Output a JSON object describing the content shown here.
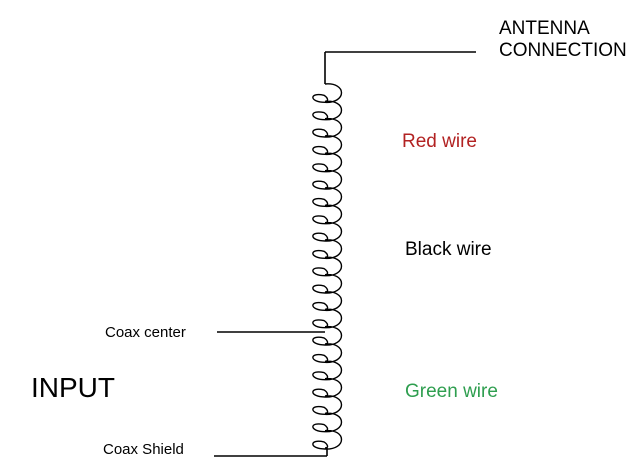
{
  "labels": {
    "antenna_line1": "ANTENNA",
    "antenna_line2": "CONNECTION",
    "red_wire": "Red wire",
    "black_wire": "Black wire",
    "green_wire": "Green wire",
    "coax_center": "Coax center",
    "coax_shield": "Coax Shield",
    "input": "INPUT"
  },
  "colors": {
    "red_wire": "#b22222",
    "black_wire": "#000000",
    "green_wire": "#2e9e4f",
    "line": "#000000"
  },
  "coil": {
    "turns": 21
  }
}
